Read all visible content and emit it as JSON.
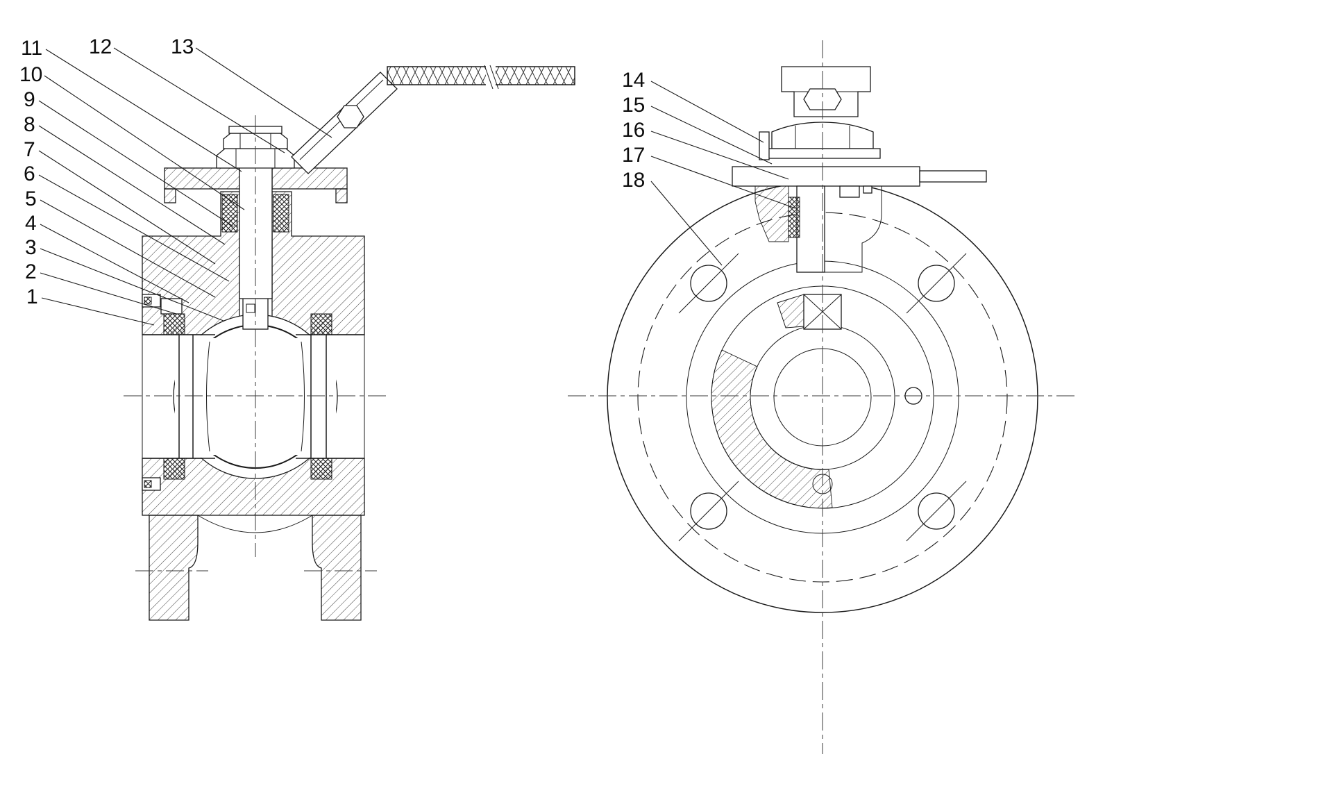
{
  "drawing": {
    "colors": {
      "line": "#1a1a1a",
      "background": "#ffffff",
      "centerline": "#3a3a3a"
    }
  },
  "callouts": {
    "left": [
      "11",
      "12",
      "13",
      "10",
      "9",
      "8",
      "7",
      "6",
      "5",
      "4",
      "3",
      "2",
      "1"
    ],
    "right": [
      "14",
      "15",
      "16",
      "17",
      "18"
    ]
  }
}
